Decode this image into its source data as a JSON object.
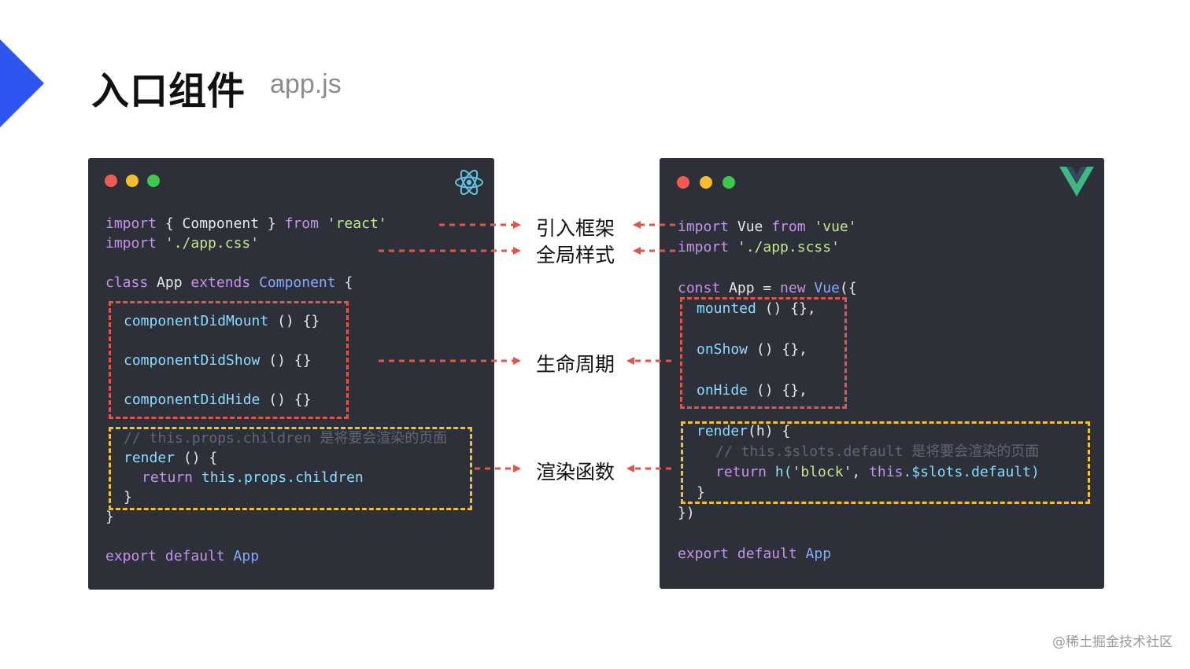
{
  "header": {
    "title": "入口组件",
    "subtitle": "app.js"
  },
  "labels": {
    "import_framework": "引入框架",
    "global_style": "全局样式",
    "lifecycle": "生命周期",
    "render_function": "渲染函数"
  },
  "react_code": {
    "line1": {
      "kw1": "import",
      "t1": " { Component } ",
      "kw2": "from",
      "str": " 'react'"
    },
    "line2": {
      "kw": "import",
      "str": " './app.css'"
    },
    "line3": {
      "kw1": "class",
      "t1": " App ",
      "kw2": "extends",
      "cls": " Component",
      "t2": " {"
    },
    "mount": {
      "fn": "componentDidMount",
      "t": " () {}"
    },
    "show": {
      "fn": "componentDidShow",
      "t": " () {}"
    },
    "hide": {
      "fn": "componentDidHide",
      "t": " () {}"
    },
    "comment": "// this.props.children 是将要会渲染的页面",
    "render": {
      "fn": "render",
      "t": " () {"
    },
    "ret": {
      "kw": "return",
      "t": " this.props.children"
    },
    "close_inner": "}",
    "close_outer": "}",
    "export": {
      "kw": "export default",
      "cls": " App"
    }
  },
  "vue_code": {
    "line1": {
      "kw1": "import",
      "t1": " Vue ",
      "kw2": "from",
      "str": " 'vue'"
    },
    "line2": {
      "kw": "import",
      "str": " './app.scss'"
    },
    "line3": {
      "kw1": "const",
      "t1": " App = ",
      "kw2": "new",
      "cls": " Vue",
      "t2": "({"
    },
    "mounted": {
      "fn": "mounted",
      "t": " () {},"
    },
    "onshow": {
      "fn": "onShow",
      "t": " () {},"
    },
    "onhide": {
      "fn": "onHide",
      "t": " () {},"
    },
    "render": {
      "fn": "render",
      "t": "(h) {"
    },
    "comment": "// this.$slots.default 是将要会渲染的页面",
    "ret": {
      "kw": "return",
      "t1": " h(",
      "str": "'block'",
      "t2": ", ",
      "kw2": "this",
      "t3": ".$slots.default)"
    },
    "close_inner": "}",
    "close_outer": "})",
    "export": {
      "kw": "export default",
      "cls": " App"
    }
  },
  "watermark": "@稀土掘金技术社区",
  "colors": {
    "accent": "#2f55f0",
    "panel_bg": "#2d3038",
    "dash_red": "#e0564a",
    "dash_yellow": "#f2c22e"
  },
  "icons": {
    "left_panel_logo": "react-logo-icon",
    "right_panel_logo": "vue-logo-icon"
  }
}
